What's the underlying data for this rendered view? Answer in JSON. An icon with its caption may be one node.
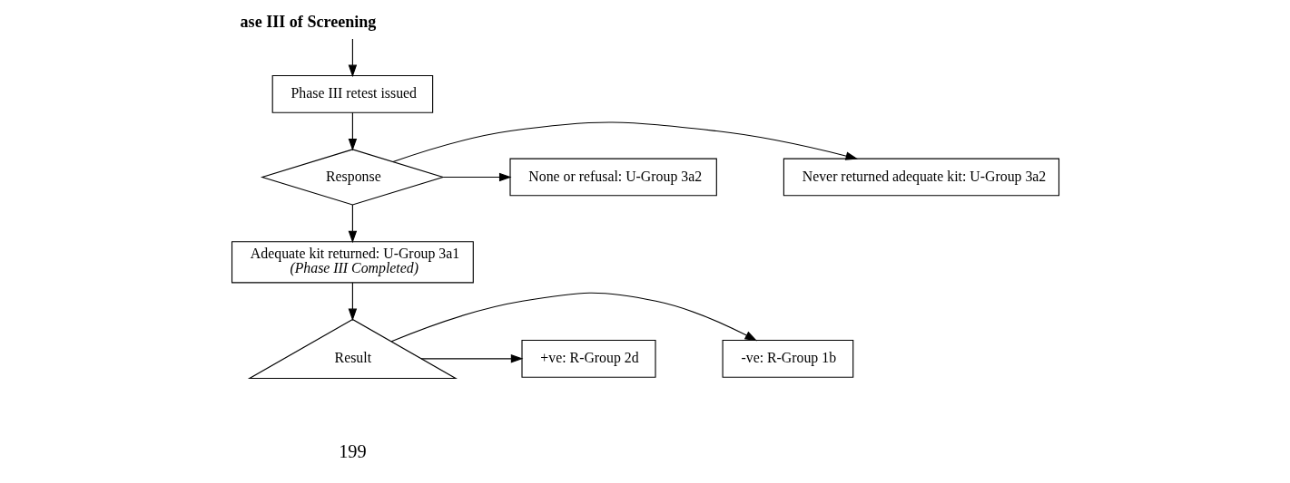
{
  "diagram": {
    "title": "ase III of Screening",
    "nodes": [
      {
        "text": [
          "Phase III retest issued"
        ]
      },
      {
        "text": [
          "Never returned adequate kit: U-Group 3a2"
        ]
      },
      {
        "text": [
          "Response"
        ]
      },
      {
        "text": [
          "None or refusal: U-Group 3a2"
        ]
      },
      {
        "text": [
          "Adequate kit returned: U-Group 3a1",
          "(Phase III Completed)"
        ]
      },
      {
        "text": [
          "Result"
        ]
      },
      {
        "text": [
          "-ve: R-Group 1b"
        ]
      },
      {
        "text": [
          "+ve: R-Group 2d"
        ]
      }
    ],
    "edges": [
      {
        "from": null,
        "to": 0,
        "arrow": "to"
      },
      {
        "from": 0,
        "to": 2,
        "arrow": "to"
      },
      {
        "from": 2,
        "to": 1,
        "arrow": "to"
      },
      {
        "from": 2,
        "to": 3,
        "arrow": "to"
      },
      {
        "from": 2,
        "to": 4,
        "arrow": "to"
      },
      {
        "from": 4,
        "to": 5,
        "arrow": "to"
      },
      {
        "from": 5,
        "to": 6,
        "arrow": "to"
      },
      {
        "from": 5,
        "to": 7,
        "arrow": "to"
      }
    ],
    "labels": [
      "199"
    ]
  }
}
